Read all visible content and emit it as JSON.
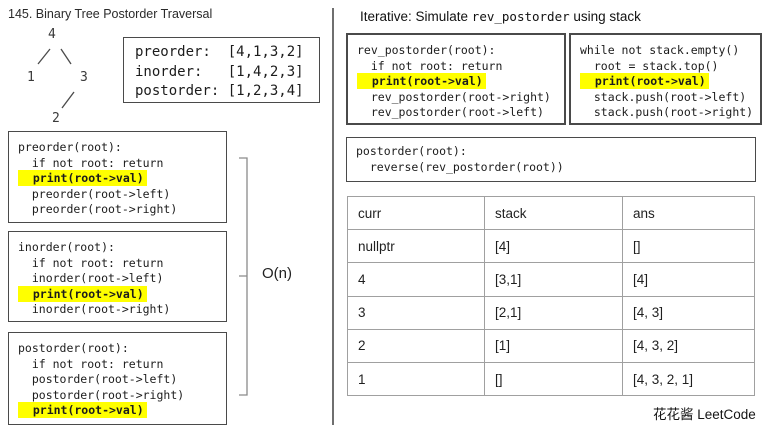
{
  "slide": {
    "title": "145. Binary Tree Postorder Traversal",
    "complexity": "O(n)",
    "footer": "花花酱 LeetCode"
  },
  "tree": {
    "root": "4",
    "left_child": "1",
    "right_child": "3",
    "right_left_child": "2"
  },
  "traversal_summary": {
    "lines": [
      {
        "text": "preorder:  [4,1,3,2]"
      },
      {
        "text": "inorder:   [1,4,2,3]"
      },
      {
        "text": "postorder: [1,2,3,4]"
      }
    ]
  },
  "left_code_boxes": [
    {
      "id": "preorder",
      "lines": [
        {
          "text": "preorder(root):"
        },
        {
          "text": "  if not root: return"
        },
        {
          "text": "  print(root->val)",
          "highlight": true
        },
        {
          "text": "  preorder(root->left)"
        },
        {
          "text": "  preorder(root->right)"
        }
      ]
    },
    {
      "id": "inorder",
      "lines": [
        {
          "text": "inorder(root):"
        },
        {
          "text": "  if not root: return"
        },
        {
          "text": "  inorder(root->left)"
        },
        {
          "text": "  print(root->val)",
          "highlight": true
        },
        {
          "text": "  inorder(root->right)"
        }
      ]
    },
    {
      "id": "postorder",
      "lines": [
        {
          "text": "postorder(root):"
        },
        {
          "text": "  if not root: return"
        },
        {
          "text": "  postorder(root->left)"
        },
        {
          "text": "  postorder(root->right)"
        },
        {
          "text": "  print(root->val)",
          "highlight": true
        }
      ]
    }
  ],
  "iterative": {
    "heading_prefix": "Iterative: Simulate ",
    "heading_code": "rev_postorder",
    "heading_suffix": " using stack",
    "rev_postorder_box": {
      "lines": [
        {
          "text": "rev_postorder(root):"
        },
        {
          "text": "  if not root: return"
        },
        {
          "text": "  print(root->val)",
          "highlight": true
        },
        {
          "text": "  rev_postorder(root->right)"
        },
        {
          "text": "  rev_postorder(root->left)"
        }
      ]
    },
    "while_box": {
      "lines": [
        {
          "text": "while not stack.empty()"
        },
        {
          "text": "  root = stack.top()"
        },
        {
          "text": "  print(root->val)",
          "highlight": true
        },
        {
          "text": "  stack.push(root->left)"
        },
        {
          "text": "  stack.push(root->right)"
        }
      ]
    },
    "reverse_box": {
      "lines": [
        {
          "text": "postorder(root):"
        },
        {
          "text": "  reverse(rev_postorder(root))"
        }
      ]
    }
  },
  "trace_table": {
    "headers": [
      "curr",
      "stack",
      "ans"
    ],
    "rows": [
      [
        "nullptr",
        "[4]",
        "[]"
      ],
      [
        "4",
        "[3,1]",
        "[4]"
      ],
      [
        "3",
        "[2,1]",
        "[4, 3]"
      ],
      [
        "2",
        "[1]",
        "[4, 3, 2]"
      ],
      [
        "1",
        "[]",
        "[4, 3, 2, 1]"
      ]
    ]
  },
  "colors": {
    "highlight": "#ffff00",
    "code_box_border": "#4a4a4a",
    "table_border": "#a0a0a0",
    "divider": "#6f6f6f",
    "text": "#1f1f1f"
  }
}
